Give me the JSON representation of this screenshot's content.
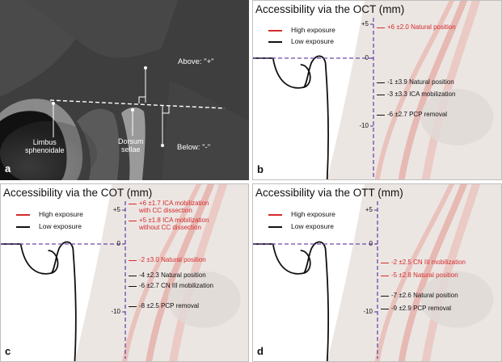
{
  "colors": {
    "high": "#d42b2b",
    "low": "#111111",
    "axis": "#6a4aa8"
  },
  "panel_a": {
    "letter": "a",
    "above": "Above: \"+\"",
    "below": "Below: \"-\"",
    "limbus": [
      "Limbus",
      "sphenoidale"
    ],
    "dorsum": [
      "Dorsum",
      "sellae"
    ]
  },
  "legend": {
    "high": "High exposure",
    "low": "Low exposure"
  },
  "ticks": {
    "plus5": "+5",
    "zero": "0",
    "minus10": "-10"
  },
  "panels": [
    {
      "letter": "b",
      "title": "Accessibility via the OCT (mm)",
      "annotations": [
        {
          "lines": [
            "+6 ±2.0 Natural position"
          ],
          "exposure": "high"
        },
        {
          "lines": [
            "-1 ±3.9 Natural position"
          ],
          "exposure": "low"
        },
        {
          "lines": [
            "-3 ±3.3 ICA mobilization"
          ],
          "exposure": "low"
        },
        {
          "lines": [
            "-6 ±2.7 PCP removal"
          ],
          "exposure": "low"
        }
      ]
    },
    {
      "letter": "c",
      "title": "Accessibility via the COT (mm)",
      "annotations": [
        {
          "lines": [
            "+6 ±1.7 ICA mobilization",
            "with CC dissection"
          ],
          "exposure": "high"
        },
        {
          "lines": [
            "+5 ±1.8 ICA mobilization",
            "without CC dissection"
          ],
          "exposure": "high"
        },
        {
          "lines": [
            "-2 ±3.0 Natural position"
          ],
          "exposure": "high"
        },
        {
          "lines": [
            "-4 ±2.3 Natural position"
          ],
          "exposure": "low"
        },
        {
          "lines": [
            "-6 ±2.7 CN III mobilization"
          ],
          "exposure": "low"
        },
        {
          "lines": [
            "-8 ±2.5 PCP removal"
          ],
          "exposure": "low"
        }
      ]
    },
    {
      "letter": "d",
      "title": "Accessibility via the OTT (mm)",
      "annotations": [
        {
          "lines": [
            "-2 ±2.5 CN III mobilization"
          ],
          "exposure": "high"
        },
        {
          "lines": [
            "-5 ±2.8 Natural position"
          ],
          "exposure": "high"
        },
        {
          "lines": [
            "-7 ±2.6 Natural position"
          ],
          "exposure": "low"
        },
        {
          "lines": [
            "-9 ±2.9 PCP removal"
          ],
          "exposure": "low"
        }
      ]
    }
  ]
}
